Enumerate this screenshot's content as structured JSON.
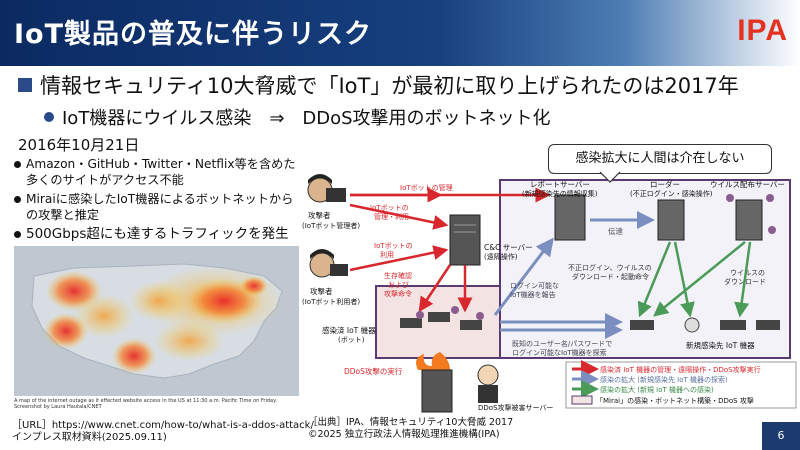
{
  "header": {
    "title": "IoT製品の普及に伴うリスク",
    "logo": "IPA"
  },
  "main_bullet": "情報セキュリティ10大脅威で「IoT」が最初に取り上げられたのは2017年",
  "sub_bullet": "IoT機器にウイルス感染　⇒　DDoS攻撃用のボットネット化",
  "date": "2016年10月21日",
  "facts": [
    "Amazon・GitHub・Twitter・Netflix等を含めた多くのサイトがアクセス不能",
    "Miraiに感染したIoT機器によるボットネットからの攻撃と推定",
    "500Gbps超にも達するトラフィックを発生"
  ],
  "map_caption": [
    "A map of the internet outage as it effected website access in the US at 11:30 a.m. Pacific Time on Friday.",
    "Screenshot by Laura Hautala/CNET"
  ],
  "url_lines": [
    "［URL］https://www.cnet.com/how-to/what-is-a-ddos-attack/",
    "インプレス取材資料(2025.09.11)"
  ],
  "source_lines": [
    "［出典］IPA、情報セキュリティ10大脅威 2017",
    "©2025 独立行政法人情報処理推進機構(IPA)"
  ],
  "page_number": "6",
  "callout": "感染拡大に人間は介在しない",
  "diagram": {
    "attacker_admin": [
      "攻撃者",
      "(IoTボット管理者)"
    ],
    "attacker_user": [
      "攻撃者",
      "(IoTボット利用者)"
    ],
    "arrow_manage": "IoTボットの管理",
    "arrow_manage_use": [
      "IoTボットの",
      "管理・利用"
    ],
    "arrow_use": [
      "IoTボットの",
      "利用"
    ],
    "arrow_alive": [
      "生存確認",
      "および",
      "攻撃命令"
    ],
    "cc_server": [
      "C&C サーバー",
      "(遠隔操作)"
    ],
    "report_server": [
      "レポートサーバー",
      "(新規感染先の情報収集)"
    ],
    "loader": [
      "ローダー",
      "(不正ログイン・感染操作)"
    ],
    "virus_server": "ウイルス配布サーバー",
    "transfer": "伝達",
    "login_download": [
      "不正ログイン、ウイルスの",
      "ダウンロード・起動命令"
    ],
    "virus_download": [
      "ウイルスの",
      "ダウンロード"
    ],
    "report_devices": [
      "ログイン可能な",
      "IoT機器を報告"
    ],
    "search_devices": [
      "既知のユーザー名/パスワードで",
      "ログイン可能なIoT機器を探索"
    ],
    "infected_bot": [
      "感染済 IoT 機器",
      "(ボット)"
    ],
    "new_infected": "新規感染先 IoT 機器",
    "ddos_exec": "DDoS攻撃の実行",
    "victim_server": "DDoS攻撃被害サーバー",
    "legend": [
      {
        "label": "感染済 IoT 機器の管理・遠隔操作・DDoS攻撃実行",
        "color": "#d9272e"
      },
      {
        "label": "感染の拡大 (新規感染先 IoT 機器の探索)",
        "color": "#7a8fc0"
      },
      {
        "label": "感染の拡大 (新規 IoT 機器への感染)",
        "color": "#4a9a58"
      }
    ],
    "mirai_box": "「Mirai」の感染・ボットネット構築・DDoS 攻撃"
  }
}
